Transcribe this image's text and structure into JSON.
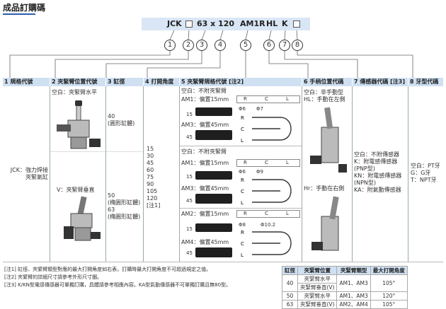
{
  "title": "成品訂購碼",
  "code": {
    "jck": "JCK",
    "size": "63 x 120",
    "am": "AM1R",
    "hl": "HL",
    "k": "K"
  },
  "circles": [
    "1",
    "2",
    "3",
    "4",
    "5",
    "6",
    "7",
    "8"
  ],
  "headers": [
    "1 規格代號",
    "2 夾緊臂位置代號",
    "3 缸徑",
    "4 打開角度",
    "5 夾緊臂規格代號 [注2]",
    "6 手柄位置代碼",
    "7 傳感器代碼 [注3]",
    "8 牙型代碼"
  ],
  "col1": "JCK：強力焊接\n夾緊氣缸",
  "col2": {
    "top": "空白：夾緊臂水平",
    "bottom": "V：夾緊臂垂直"
  },
  "col3": {
    "a": "40\n(圓形缸體)",
    "b": "50\n(橢圓形缸體)\n63\n(橢圓形缸體)"
  },
  "col4": "15\n30\n45\n60\n75\n90\n105\n120\n[注1]",
  "col5": {
    "blank": "空白：不附夾緊臂",
    "rcl": [
      "R",
      "C",
      "L"
    ],
    "groups": [
      {
        "a": "AM1：偏置15mm",
        "b": "AM3：偏置45mm",
        "p1": "Φ6",
        "p2": "Φ7",
        "n1": "15",
        "n2": "45"
      },
      {
        "a": "AM1：偏置15mm",
        "b": "AM3：偏置45mm",
        "p1": "Φ6",
        "p2": "Φ9",
        "n1": "15",
        "n2": "45"
      },
      {
        "a": "AM2：偏置15mm",
        "b": "AM4：偏置45mm",
        "p1": "Φ8",
        "p2": "Φ10.2",
        "n1": "15",
        "n2": "45"
      }
    ]
  },
  "col6": {
    "top": "空白：非手動型\nHL：手動在左側",
    "bottom": "Hr：手動在右側"
  },
  "col7": "空白：不附傳感器\nK：附電感傳感器\n(PNP型)\nKN：附電感傳感器\n(NPN型)\nKA：附氣動傳感器",
  "col8": "空白：PT牙\nG：G牙\nT：NPT牙",
  "notes": [
    "[注1] 缸徑、夾緊臂類型對應的最大打開角度如右表，訂購時最大打開角度不可超過規定之值。",
    "[注2] 夾緊臂的詳細尺寸請參考外形尺寸圖。",
    "[注3] K/KN型電感傳感器可單獨訂購，具體請參考相應內容。KA型氣動傳感器不可單獨訂購且無80型。"
  ],
  "table": {
    "headers": [
      "缸徑",
      "夾緊臂位置",
      "夾緊臂類型",
      "最大打開角度"
    ],
    "rows": [
      [
        "40",
        "夾緊臂水平",
        "AM1、AM3",
        "105°"
      ],
      [
        "",
        "夾緊臂垂直(V)",
        "",
        ""
      ],
      [
        "50",
        "夾緊臂水平",
        "AM1、AM3",
        "120°"
      ],
      [
        "63",
        "夾緊臂垂直(V)",
        "AM2、AM4",
        "105°"
      ]
    ]
  },
  "colors": {
    "header_bg": "#cfe0f2",
    "code_bg": "#d9e6f5",
    "accent": "#2a5db0"
  }
}
